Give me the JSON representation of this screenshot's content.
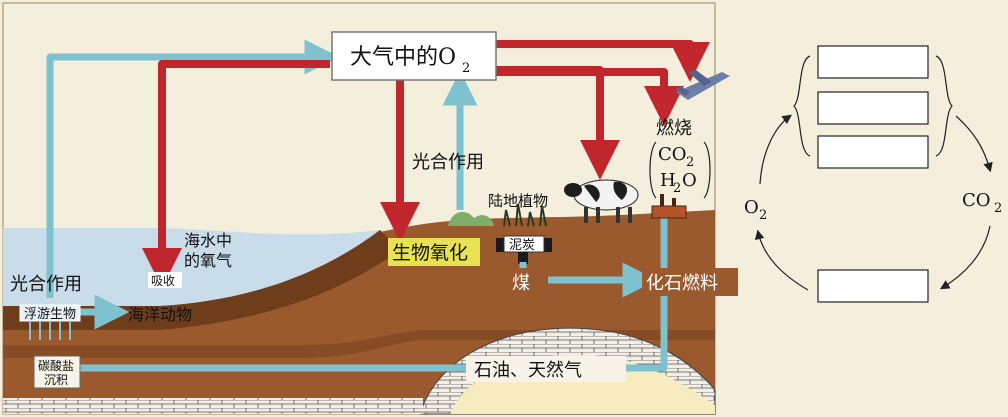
{
  "left_diagram": {
    "atmosphere_label": "大气中的O",
    "atmosphere_sub": "2",
    "photosynthesis_land": "光合作用",
    "photosynthesis_sea": "光合作用",
    "combustion": "燃烧",
    "co2_label": "CO",
    "co2_sub": "2",
    "h2o_label_h": "H",
    "h2o_sub": "2",
    "h2o_label_o": "O",
    "land_plants": "陆地植物",
    "bio_oxidation": "生物氧化",
    "peat": "泥炭",
    "coal": "煤",
    "fossil_fuel": "化石燃料",
    "seawater_oxygen_line1": "海水中",
    "seawater_oxygen_line2": "的氧气",
    "absorb": "吸收",
    "plankton": "浮游生物",
    "marine_animals": "海洋动物",
    "carbonate_line1": "碳酸盐",
    "carbonate_line2": "沉积",
    "oil_gas": "石油、天然气"
  },
  "right_diagram": {
    "o2_label": "O",
    "o2_sub": "2",
    "co2_label": "CO",
    "co2_sub": "2",
    "boxes_top": [
      "",
      "",
      ""
    ],
    "box_bottom": ""
  },
  "colors": {
    "red_arrow": "#c0262b",
    "blue_arrow": "#7ec2cf",
    "soil": "#9a5a2e",
    "sea": "#c8dcea",
    "label_box": "#e8e352"
  }
}
